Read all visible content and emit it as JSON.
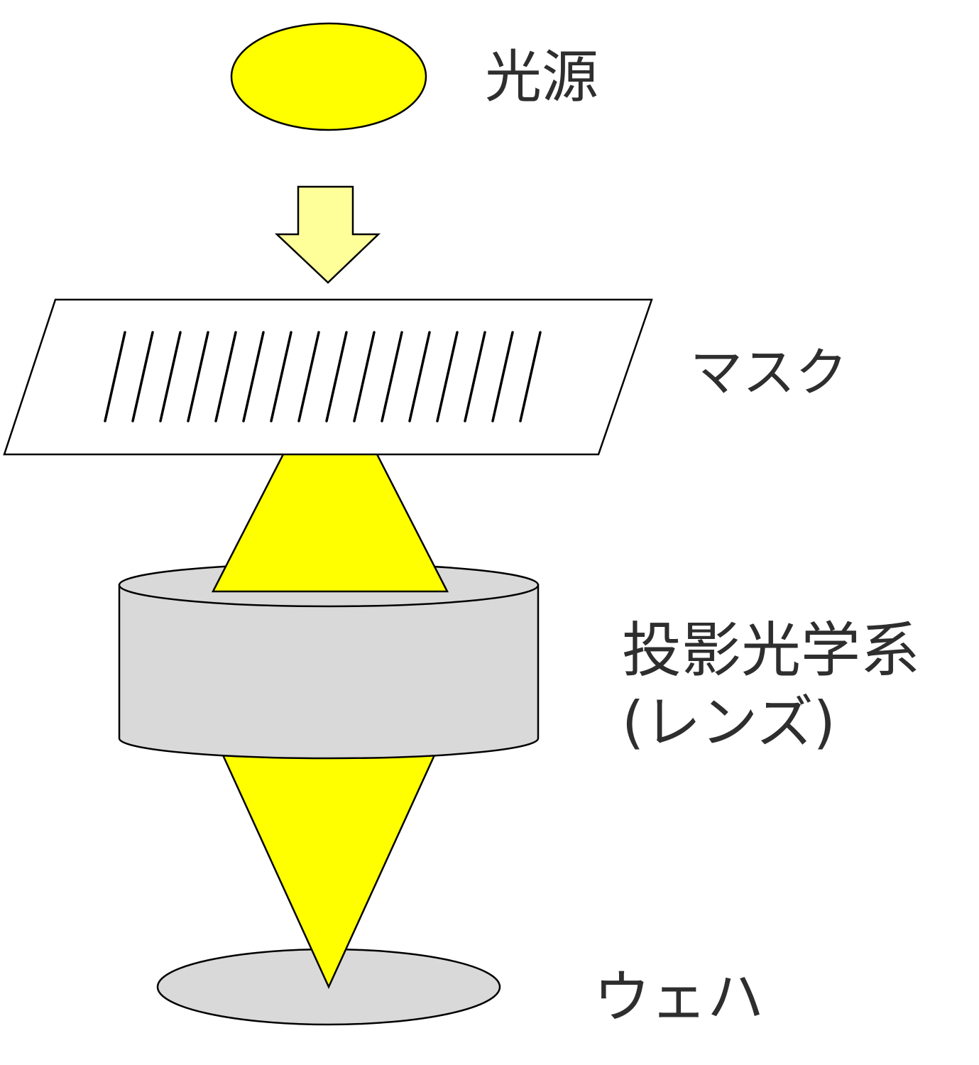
{
  "labels": {
    "light_source": "光源",
    "mask": "マスク",
    "projection_optics": "投影光学系",
    "lens": "(レンズ)",
    "wafer": "ウェハ"
  },
  "colors": {
    "light": "#FFFF00",
    "arrow": "#FFFF99",
    "gray": "#D9D9D9",
    "mask": "#FFFFFF"
  }
}
